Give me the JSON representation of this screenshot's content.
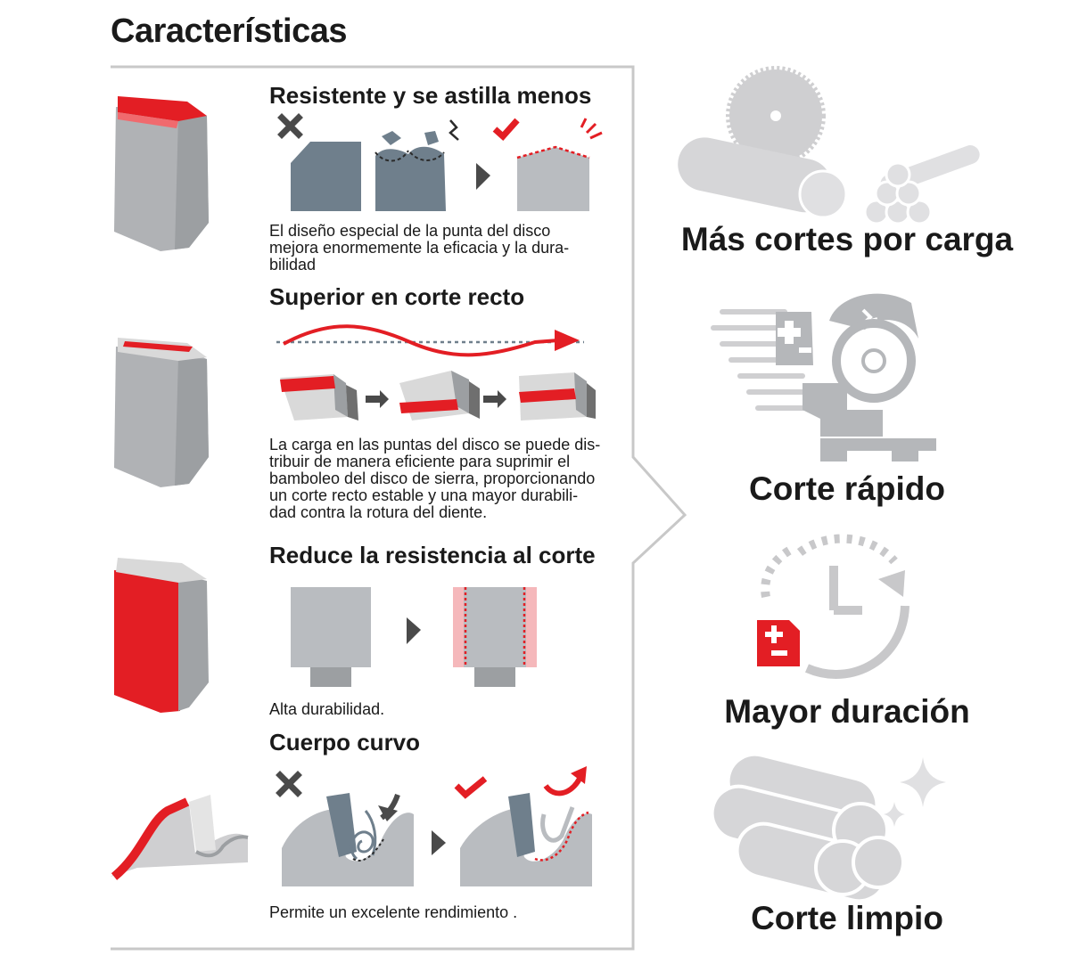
{
  "title": "Características",
  "features": [
    {
      "title": "Resistente y se astilla menos",
      "description": "El diseño especial de la punta del disco mejora enormemente la eficacia y la durabilidad",
      "desc_lines": [
        "El diseño especial de la punta del disco",
        "mejora enormemente la eficacia y la dura-",
        "bilidad"
      ],
      "icons": [
        "tooth-red-top-icon",
        "cross-icon",
        "chipped-block-icon",
        "check-icon",
        "arrow-right-icon"
      ]
    },
    {
      "title": "Superior en corte recto",
      "description": "La carga en las puntas del disco se puede distribuir de manera eficiente para suprimir el bamboleo del disco de sierra, proporcionando un corte recto estable y una mayor durabilidad contra la rotura del diente.",
      "desc_lines": [
        "La carga en las puntas del disco se puede dis-",
        "tribuir de manera eficiente para suprimir el",
        "bamboleo del disco de sierra, proporcionando",
        "un corte recto estable y una mayor durabili-",
        "dad contra la rotura del diente."
      ],
      "icons": [
        "tooth-red-stripe-icon",
        "wavy-path-arrow-icon",
        "tooth-rotation-icon"
      ]
    },
    {
      "title": "Reduce la resistencia al corte",
      "description": "Alta durabilidad.",
      "desc_lines": [
        "Alta durabilidad."
      ],
      "icons": [
        "tooth-red-side-icon",
        "block-icon",
        "arrow-right-icon",
        "block-clearance-icon"
      ]
    },
    {
      "title": "Cuerpo curvo",
      "description": "Permite un excelente rendimiento .",
      "desc_lines": [
        "Permite un excelente rendimiento ."
      ],
      "icons": [
        "curved-tooth-icon",
        "cross-icon",
        "chip-curl-icon",
        "check-icon",
        "chip-eject-icon"
      ]
    }
  ],
  "benefits": [
    {
      "label": "Más cortes por carga",
      "icon": "saw-blade-pipes-icon"
    },
    {
      "label": "Corte rápido",
      "icon": "miter-saw-icon"
    },
    {
      "label": "Mayor duración",
      "icon": "clock-battery-icon"
    },
    {
      "label": "Corte limpio",
      "icon": "clean-pipes-sparkle-icon"
    }
  ],
  "colors": {
    "red": "#e31e24",
    "gray": "#b9bcc0",
    "dark_gray": "#6f7f8c",
    "light_gray": "#d9d9d9"
  }
}
